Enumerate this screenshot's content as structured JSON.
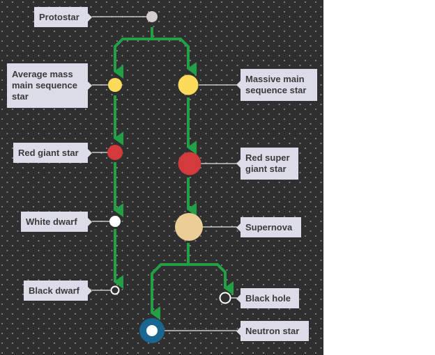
{
  "diagram": {
    "title": "Star life cycle",
    "colors": {
      "background": "#2f2f2f",
      "arrow": "#23a045",
      "connector": "#e6e6e6",
      "label_bg": "#dcdbe8",
      "label_text": "#3a3a3a"
    },
    "nodes": {
      "protostar": {
        "label": "Protostar",
        "color": "#d3cfcf"
      },
      "avg_main": {
        "label": "Average mass main sequence star",
        "color": "#fcdb5a"
      },
      "massive_main": {
        "label": "Massive main sequence star",
        "color": "#fcdb5a"
      },
      "red_giant": {
        "label": "Red giant star",
        "color": "#d33a3c"
      },
      "red_super_giant": {
        "label": "Red super giant star",
        "color": "#d33a3c"
      },
      "white_dwarf": {
        "label": "White dwarf",
        "color": "#ffffff"
      },
      "supernova": {
        "label": "Supernova",
        "color": "#ebcd96"
      },
      "black_dwarf": {
        "label": "Black dwarf",
        "color": "#2f2f2f"
      },
      "black_hole": {
        "label": "Black hole",
        "color": "#2f2f2f"
      },
      "neutron_star": {
        "label": "Neutron star",
        "color": "#1a6690"
      }
    },
    "edges": [
      [
        "protostar",
        "avg_main"
      ],
      [
        "protostar",
        "massive_main"
      ],
      [
        "avg_main",
        "red_giant"
      ],
      [
        "red_giant",
        "white_dwarf"
      ],
      [
        "white_dwarf",
        "black_dwarf"
      ],
      [
        "massive_main",
        "red_super_giant"
      ],
      [
        "red_super_giant",
        "supernova"
      ],
      [
        "supernova",
        "neutron_star"
      ],
      [
        "supernova",
        "black_hole"
      ]
    ]
  }
}
